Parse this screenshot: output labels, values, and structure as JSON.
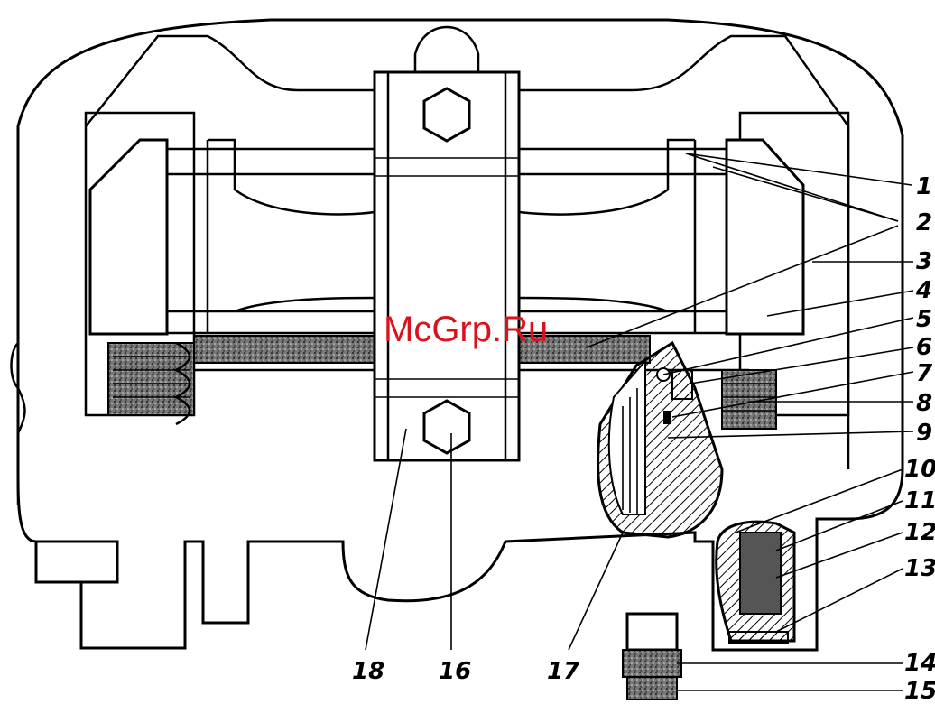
{
  "watermark": "McGrp.Ru",
  "callouts": [
    "1",
    "2",
    "3",
    "4",
    "5",
    "6",
    "7",
    "8",
    "9",
    "10",
    "11",
    "12",
    "13",
    "14",
    "15",
    "16",
    "17",
    "18"
  ]
}
